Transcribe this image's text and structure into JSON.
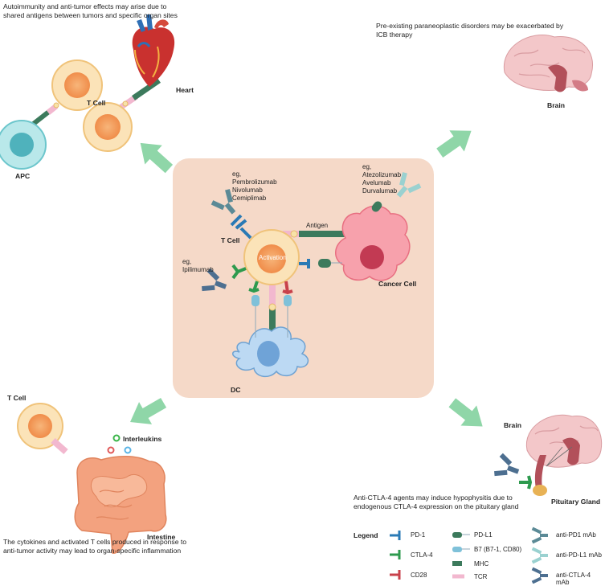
{
  "captions": {
    "top_left": [
      "Autoimmunity and anti-tumor effects may arise due to",
      "shared antigens between tumors and specific organ sites"
    ],
    "top_right": [
      "Pre-existing paraneoplastic disorders may be exacerbated by",
      "ICB therapy"
    ],
    "bottom_left": [
      "The cytokines and activated T cells produced in response to",
      "anti-tumor activity may lead to organ-specific inflammation"
    ],
    "bottom_right": [
      "Anti-CTLA-4 agents may induce hypophysitis due to",
      "endogenous CTLA-4 expression on the pituitary gland"
    ]
  },
  "labels": {
    "heart": "Heart",
    "t_cell_tl": "T Cell",
    "apc": "APC",
    "brain_tr": "Brain",
    "t_cell_center": "T Cell",
    "activation": "Activation",
    "antigen": "Antigen",
    "cancer_cell": "Cancer Cell",
    "dc": "DC",
    "t_cell_bl": "T Cell",
    "interleukins": "Interleukins",
    "intestine": "Intestine",
    "brain_br": "Brain",
    "pituitary": "Pituitary Gland"
  },
  "drug_groups": {
    "pd1": [
      "eg,",
      "Pembrolizumab",
      "Nivolumab",
      "Cemiplimab"
    ],
    "pdl1": [
      "eg,",
      "Atezolizumab",
      "Avelumab",
      "Durvalumab"
    ],
    "ctla4": [
      "eg,",
      "Ipilimumab"
    ]
  },
  "legend": {
    "title": "Legend",
    "items": [
      {
        "label": "PD-1",
        "symbol": "pd1"
      },
      {
        "label": "PD-L1",
        "symbol": "pdl1"
      },
      {
        "label": "anti-PD1 mAb",
        "symbol": "anti-pd1"
      },
      {
        "label": "CTLA-4",
        "symbol": "ctla4"
      },
      {
        "label": "B7 (B7-1, CD80)",
        "symbol": "b7"
      },
      {
        "label": "anti-PD-L1 mAb",
        "symbol": "anti-pdl1"
      },
      {
        "label": "MHC",
        "symbol": "mhc"
      },
      {
        "label": "CD28",
        "symbol": "cd28"
      },
      {
        "label": "TCR",
        "symbol": "tcr"
      },
      {
        "label": "anti-CTLA-4 mAb",
        "symbol": "anti-ctla4"
      }
    ]
  },
  "colors": {
    "panel": "#f5d9c8",
    "arrow": "#8fd6a8",
    "pd1": "#2a7ab5",
    "ctla4": "#2e9a4e",
    "cd28": "#c8414b",
    "mhc": "#3c7a5c",
    "tcr": "#f2b8cf",
    "b7": "#7fc1d9",
    "tcell": "#f6a36b",
    "apc": "#7ecfd3",
    "cancer": "#f28a9b",
    "dc": "#a6cfee",
    "antibody_dark": "#5b8a96",
    "antibody_light": "#9ad1d0"
  }
}
